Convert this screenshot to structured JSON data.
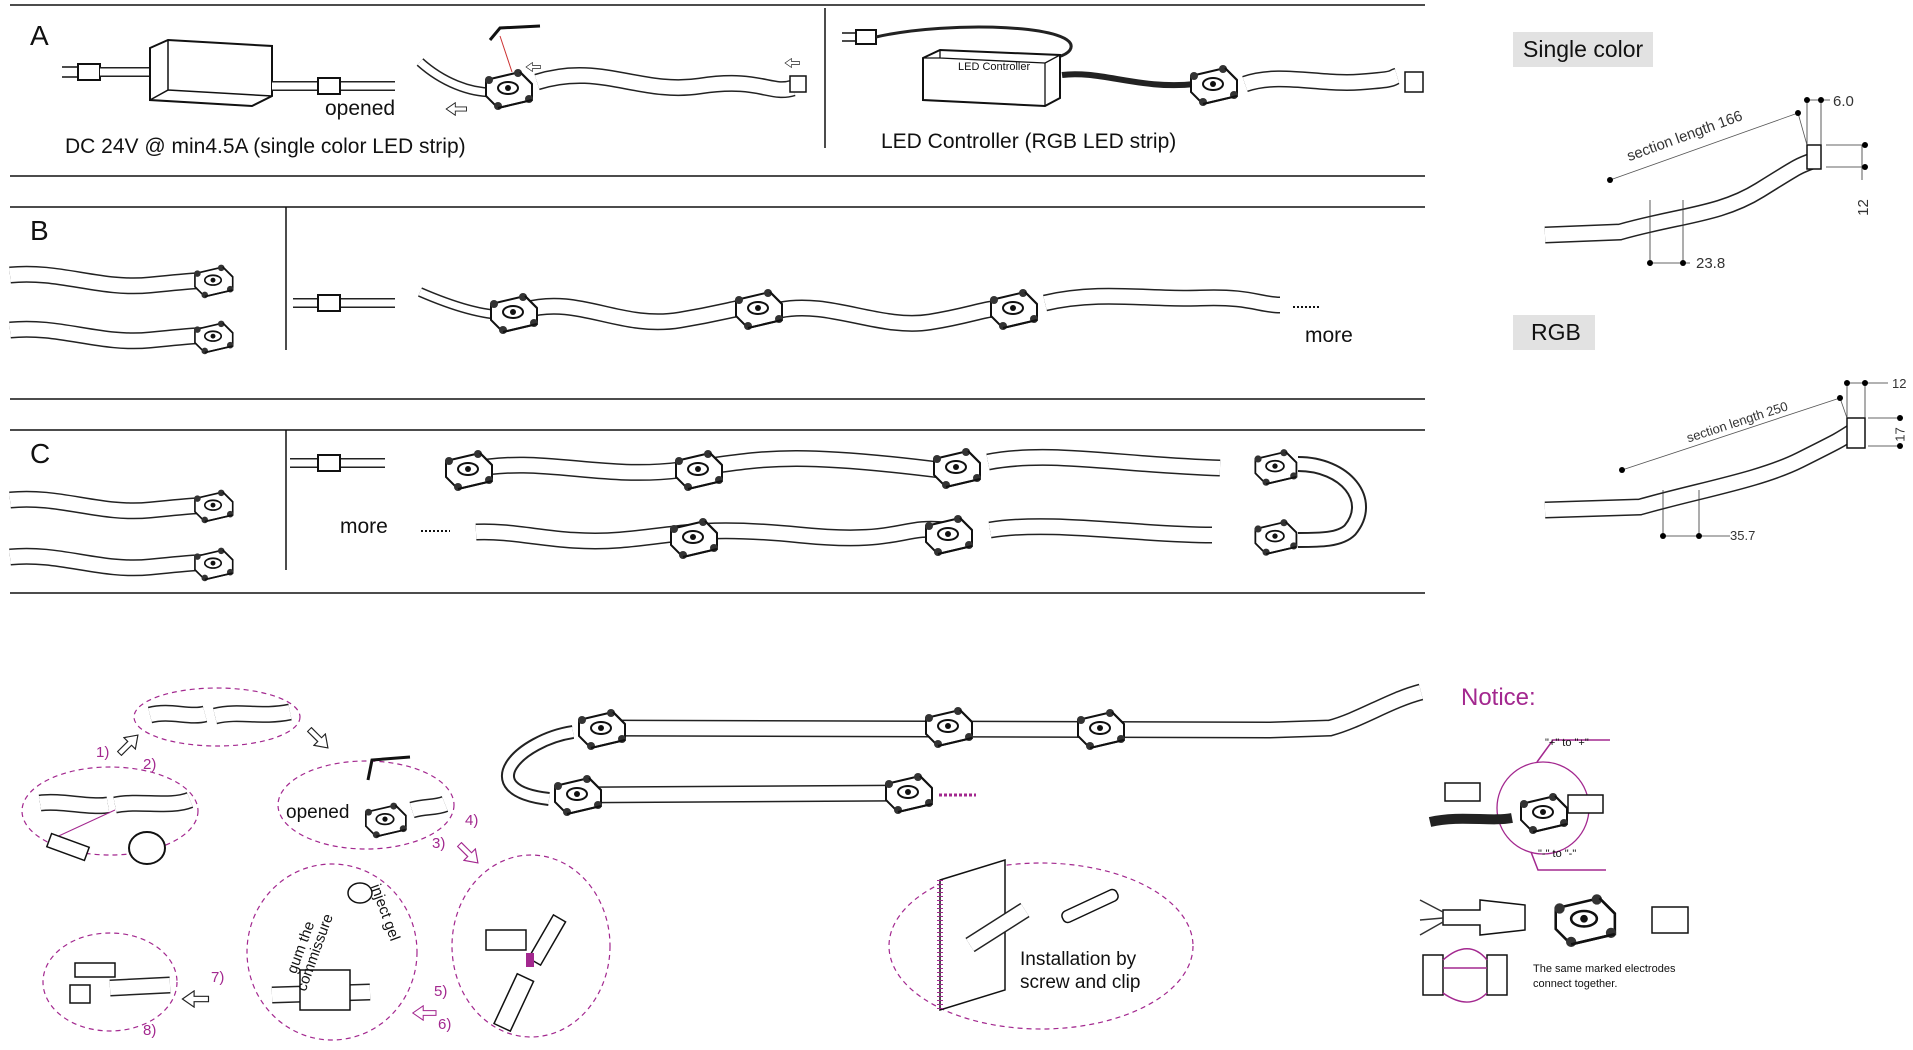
{
  "sections": {
    "a": {
      "label": "A",
      "opened": "opened",
      "caption_left": "DC 24V @ min4.5A  (single color LED strip)",
      "controller_box": "LED Controller",
      "caption_right": "LED Controller   (RGB LED strip)"
    },
    "b": {
      "label": "B",
      "more": "more"
    },
    "c": {
      "label": "C",
      "more": "more"
    }
  },
  "specs": {
    "single_color": {
      "title": "Single color",
      "section_length": "section length 166",
      "pitch": "23.8",
      "thickness": "6.0",
      "width": "12"
    },
    "rgb": {
      "title": "RGB",
      "section_length": "section length 250",
      "pitch": "35.7",
      "thickness": "12",
      "width": "17"
    }
  },
  "steps": {
    "numbers": [
      "1)",
      "2)",
      "3)",
      "4)",
      "5)",
      "6)",
      "7)",
      "8)"
    ],
    "opened": "opened",
    "gum": "gum the commissure",
    "inject": "inject gel"
  },
  "installation": {
    "line1": "Installation  by",
    "line2": "screw and clip"
  },
  "notice": {
    "title": "Notice:",
    "plus": "\"+\" to \"+\"",
    "minus": "\"-\" to \"-\"",
    "electrodes_1": "The same marked electrodes",
    "electrodes_2": "connect together."
  },
  "colors": {
    "accent": "#a3288f",
    "tag_bg": "#e2e2e2"
  }
}
